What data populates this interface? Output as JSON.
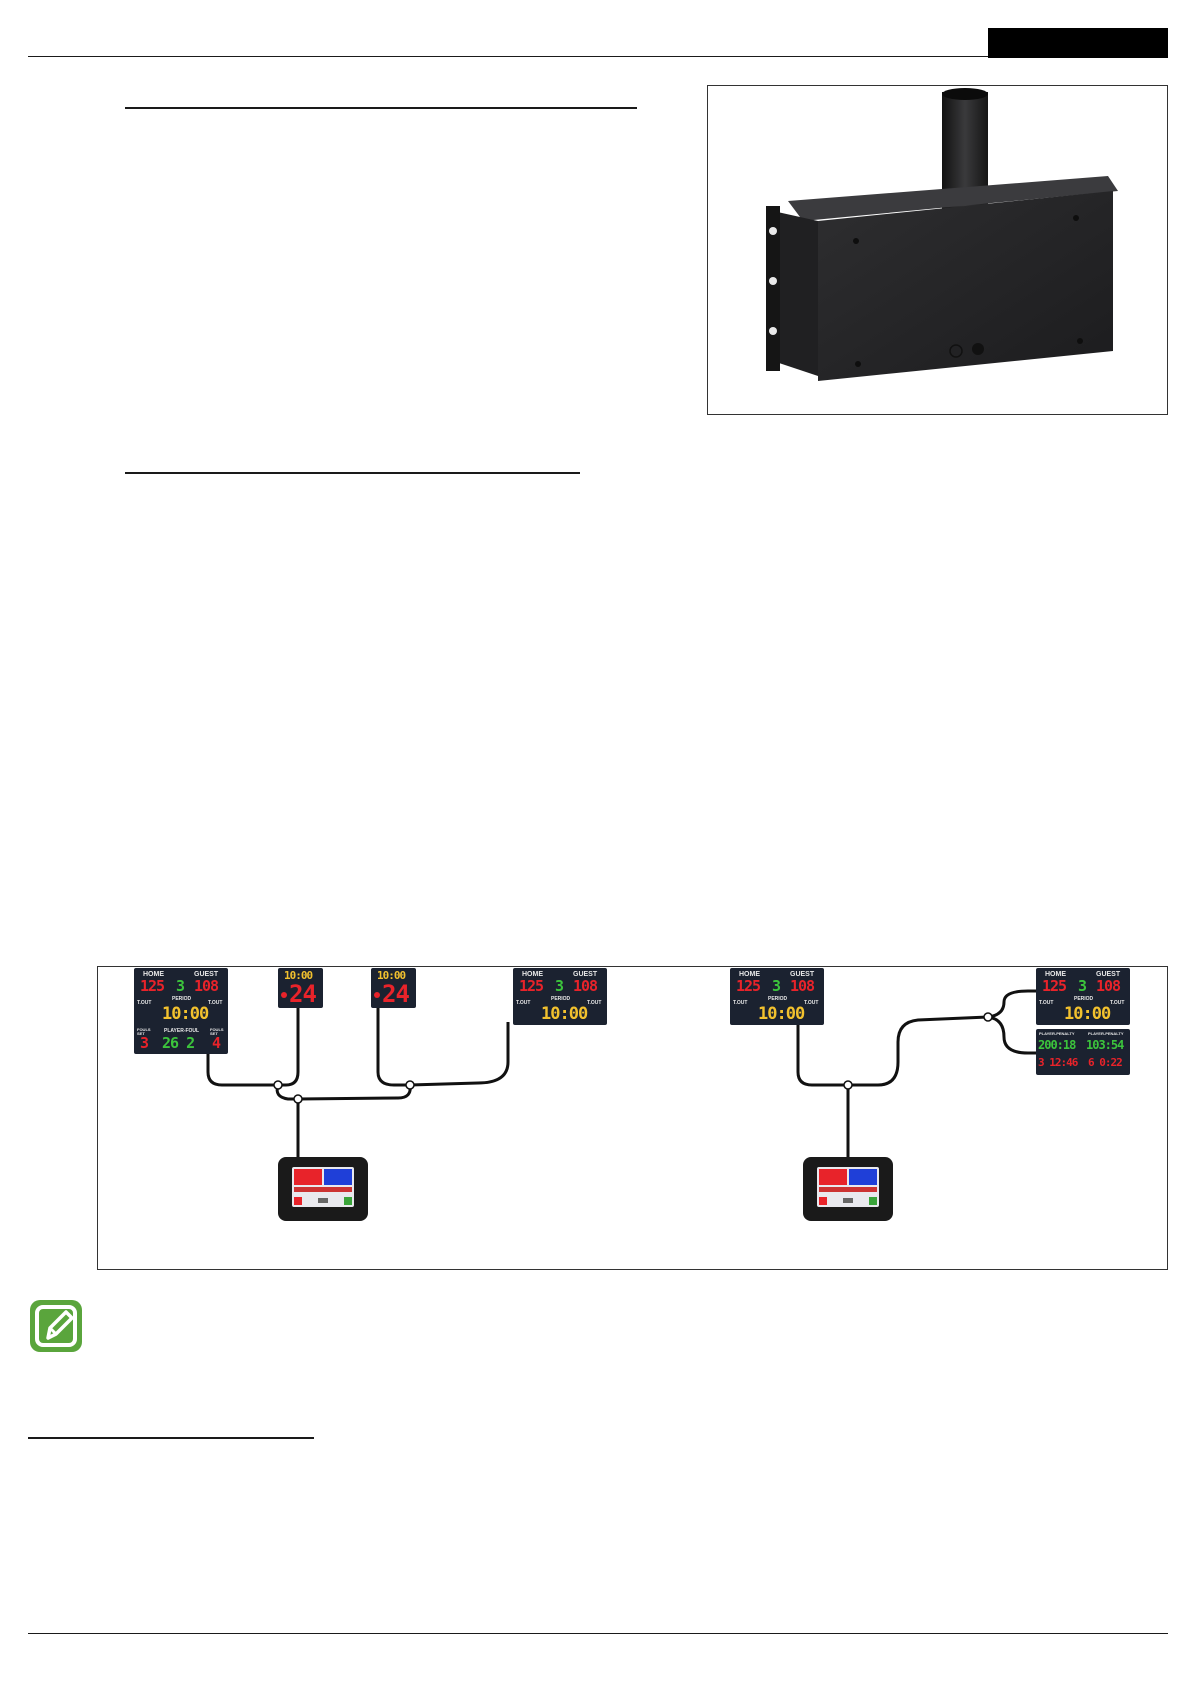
{
  "icons": {
    "note": "note-pencil-icon"
  },
  "colors": {
    "rule": "#1a1a1a",
    "header_tab": "#000000",
    "note_green": "#5aa53c",
    "display_red": "#e8232a",
    "display_yellow": "#f2c12e",
    "display_green": "#3cc43c",
    "panel_blue": "#1f3fd8",
    "panel_red": "#e8232a"
  },
  "diagram": {
    "scoreboard_labels": {
      "home": "HOME",
      "guest": "GUEST",
      "period": "PERIOD",
      "tout": "T.OUT",
      "player_foul": "PLAYER-FOUL",
      "fouls_set": "FOULS SET",
      "player_penalty": "PLAYER-PENALTY"
    },
    "scoreboard_values": {
      "home_score": "125",
      "period": "3",
      "guest_score": "108",
      "time": "10:00",
      "home_fouls": "3",
      "player_foul": "26 2",
      "guest_fouls": "4"
    },
    "shot_clock": {
      "time": "10:00",
      "shot": "24"
    },
    "penalty_values": {
      "row1_left": "200:18",
      "row1_right": "103:54",
      "row2_left": "3 12:46",
      "row2_right": "6 0:22"
    }
  }
}
